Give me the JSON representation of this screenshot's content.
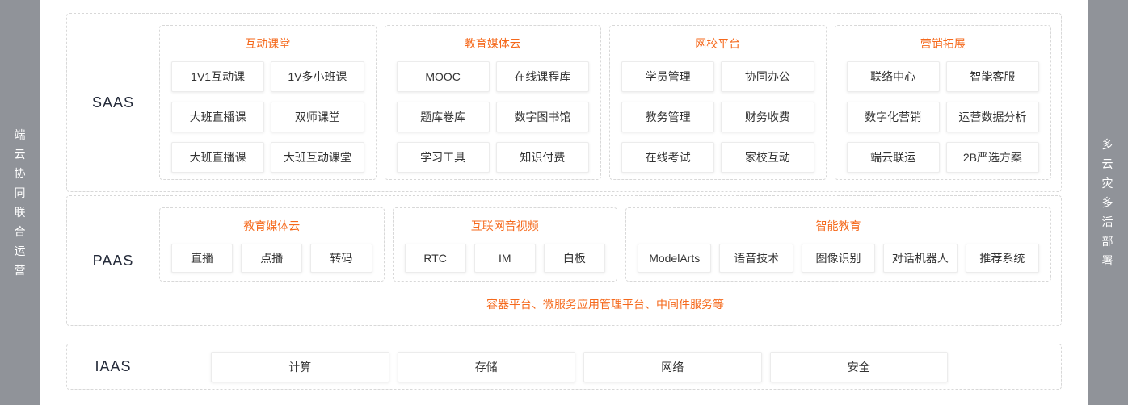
{
  "colors": {
    "accent_orange": "#f5691c",
    "rail_background": "#909399",
    "dashed_border": "#d8d8d8",
    "chip_border": "#ececec",
    "chip_text": "#333333",
    "layer_label_text": "#252b3a"
  },
  "rails": {
    "left": "端云协同联合运营",
    "right": "多云灾多活部署"
  },
  "layers": {
    "saas": {
      "label": "SAAS",
      "groups": [
        {
          "title": "互动课堂",
          "items": [
            "1V1互动课",
            "1V多小班课",
            "大班直播课",
            "双师课堂",
            "大班直播课",
            "大班互动课堂"
          ]
        },
        {
          "title": "教育媒体云",
          "items": [
            "MOOC",
            "在线课程库",
            "题库卷库",
            "数字图书馆",
            "学习工具",
            "知识付费"
          ]
        },
        {
          "title": "网校平台",
          "items": [
            "学员管理",
            "协同办公",
            "教务管理",
            "财务收费",
            "在线考试",
            "家校互动"
          ]
        },
        {
          "title": "营销拓展",
          "items": [
            "联络中心",
            "智能客服",
            "数字化营销",
            "运营数据分析",
            "端云联运",
            "2B严选方案"
          ]
        }
      ]
    },
    "paas": {
      "label": "PAAS",
      "groups": [
        {
          "title": "教育媒体云",
          "items": [
            "直播",
            "点播",
            "转码"
          ]
        },
        {
          "title": "互联网音视频",
          "items": [
            "RTC",
            "IM",
            "白板"
          ]
        },
        {
          "title": "智能教育",
          "items": [
            "ModelArts",
            "语音技术",
            "图像识别",
            "对话机器人",
            "推荐系统"
          ]
        }
      ],
      "footnote": "容器平台、微服务应用管理平台、中间件服务等"
    },
    "iaas": {
      "label": "IAAS",
      "items": [
        "计算",
        "存储",
        "网络",
        "安全"
      ]
    }
  }
}
